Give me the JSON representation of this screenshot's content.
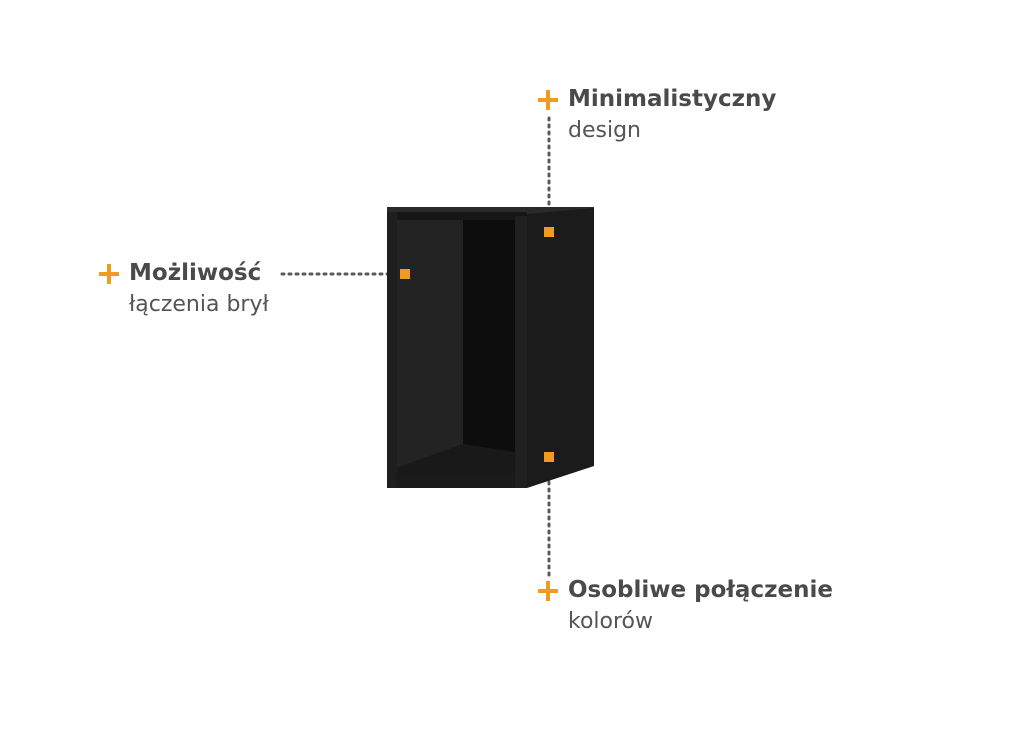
{
  "colors": {
    "accent": "#f29a1f",
    "text": "#4a4a4a",
    "cabinet": "#1c1c1c",
    "dotted_line": "#5a5a5a"
  },
  "callouts": {
    "top": {
      "title": "Minimalistyczny",
      "subtitle": "design",
      "icon": "plus-icon"
    },
    "left": {
      "title": "Możliwość",
      "subtitle": "łączenia brył",
      "icon": "plus-icon"
    },
    "bottom": {
      "title": "Osobliwe połączenie",
      "subtitle": "kolorów",
      "icon": "plus-icon"
    }
  }
}
